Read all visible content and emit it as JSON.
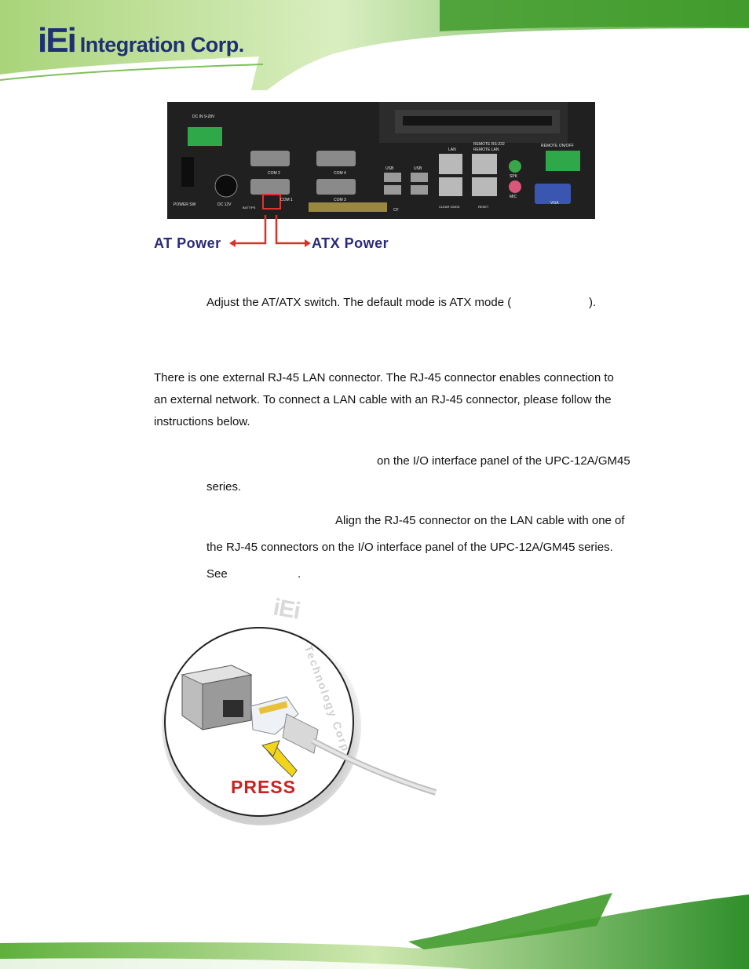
{
  "header": {
    "logo_mark": "iEi",
    "logo_text": "Integration Corp."
  },
  "figure_panel": {
    "labels": {
      "dc_in": "DC IN 9-28V",
      "power_sw": "POWER SW",
      "dc_12v": "DC 12V",
      "battvps": "BATT/PS",
      "com2": "COM 2",
      "com1": "COM 1",
      "com4": "COM 4",
      "com3": "COM 3",
      "cf": "CF",
      "usb1": "USB",
      "usb2": "USB",
      "lan": "LAN",
      "remote_rs232": "REMOTE RS-232",
      "remote_lan": "REMOTE LAN",
      "clear_cmos": "CLEAR CMOS",
      "reset": "RESET",
      "spk": "SPK",
      "mic": "MIC",
      "remote_onoff": "REMOTE ON/OFF",
      "vga": "VGA"
    },
    "at_power": "AT Power",
    "atx_power": "ATX Power"
  },
  "body": {
    "step_adjust": "Adjust the AT/ATX switch. The default mode is ATX mode (",
    "step_adjust_end": ").",
    "para_line1": "There is one external RJ-45 LAN connector. The RJ-45 connector enables connection to",
    "para_line2": "an external network. To connect a LAN cable with an RJ-45 connector, please follow the",
    "para_line3": "instructions below.",
    "step1_line1": "on the I/O interface panel of the UPC-12A/GM45",
    "step1_line2": "series.",
    "step2_line1": "Align the RJ-45 connector on the LAN cable with one of",
    "step2_line2": "the RJ-45 connectors on the I/O interface panel of the UPC-12A/GM45 series.",
    "step2_see": "See",
    "step2_see_end": "."
  },
  "illustration": {
    "brand_mark": "iEi",
    "brand_text": "Technology Corp.",
    "press_label": "PRESS"
  },
  "colors": {
    "brand_blue": "#1e2f73",
    "green_band": "#3f9a2a",
    "callout_red": "#d8332a",
    "press_red": "#c9231f"
  }
}
